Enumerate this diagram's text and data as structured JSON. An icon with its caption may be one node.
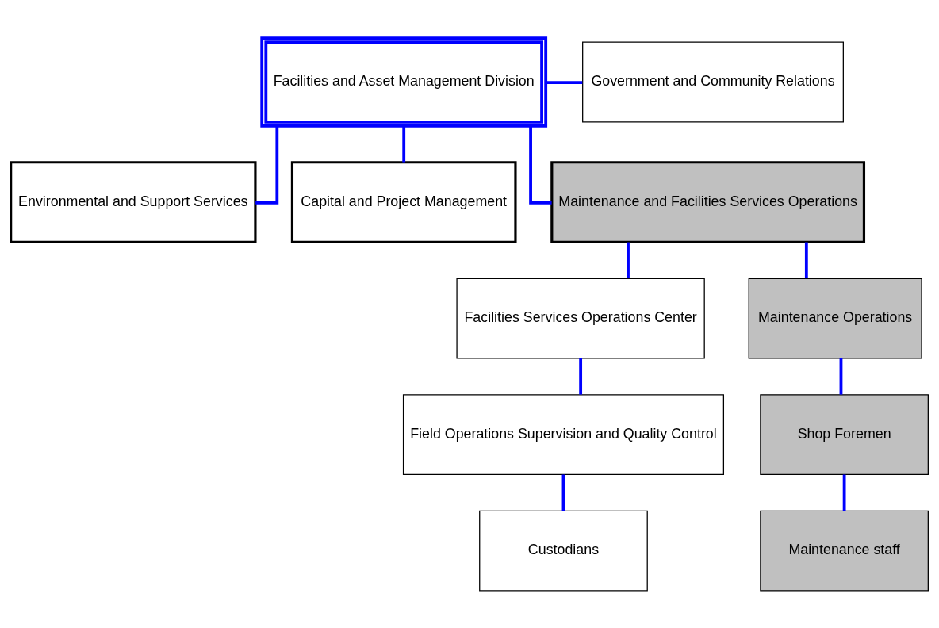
{
  "diagram": {
    "nodes": [
      {
        "text": [
          "Facilities and Asset Management Division"
        ]
      },
      {
        "text": [
          "Government and Community Relations"
        ]
      },
      {
        "text": [
          "Environmental and Support Services"
        ]
      },
      {
        "text": [
          "Capital and Project Management"
        ]
      },
      {
        "text": [
          "Maintenance and Facilities Services Operations"
        ]
      },
      {
        "text": [
          "Facilities Services Operations Center"
        ]
      },
      {
        "text": [
          "Field Operations Supervision and Quality Control"
        ]
      },
      {
        "text": [
          "Custodians"
        ]
      },
      {
        "text": [
          "Maintenance Operations"
        ]
      },
      {
        "text": [
          "Shop Foremen"
        ]
      },
      {
        "text": [
          "Maintenance staff"
        ]
      }
    ],
    "edges": [
      {
        "from": 1,
        "to": 0,
        "arrow": "none"
      },
      {
        "from": 0,
        "to": 2,
        "arrow": "none"
      },
      {
        "from": 0,
        "to": 3,
        "arrow": "none"
      },
      {
        "from": 0,
        "to": 4,
        "arrow": "none"
      },
      {
        "from": 4,
        "to": 5,
        "arrow": "none"
      },
      {
        "from": 4,
        "to": 8,
        "arrow": "none"
      },
      {
        "from": 5,
        "to": 6,
        "arrow": "none"
      },
      {
        "from": 6,
        "to": 7,
        "arrow": "none"
      },
      {
        "from": 8,
        "to": 9,
        "arrow": "none"
      },
      {
        "from": 9,
        "to": 10,
        "arrow": "none"
      }
    ]
  }
}
